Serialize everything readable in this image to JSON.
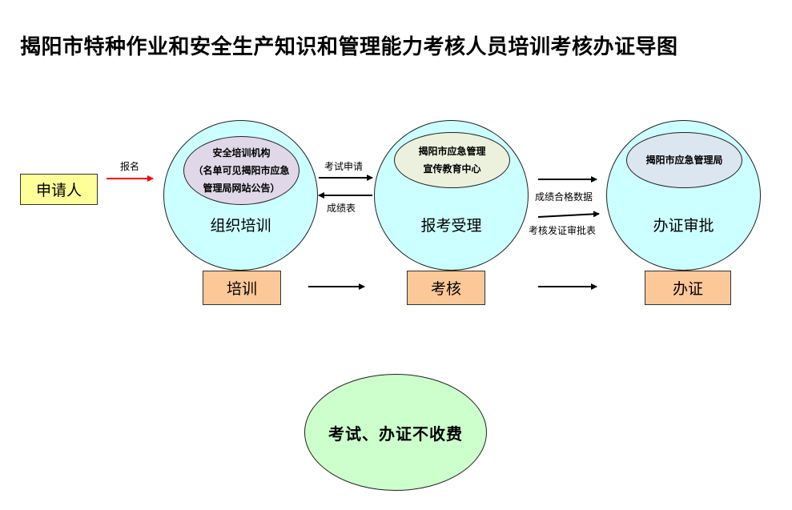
{
  "title": "揭阳市特种作业和安全生产知识和管理能力考核人员培训考核办证导图",
  "applicant": "申请人",
  "flow_labels": {
    "register": "报名",
    "exam_apply": "考试申请",
    "score_sheet": "成绩表",
    "pass_data": "成绩合格数据",
    "cert_approval_sheet": "考核发证审批表"
  },
  "stages": [
    {
      "inner_lines": [
        "安全培训机构",
        "（名单可见揭阳市应急",
        "管理局网站公告）"
      ],
      "label": "组织培训",
      "box": "培训"
    },
    {
      "inner_lines": [
        "揭阳市应急管理",
        "宣传教育中心"
      ],
      "label": "报考受理",
      "box": "考核"
    },
    {
      "inner_lines": [
        "揭阳市应急管理局"
      ],
      "label": "办证审批",
      "box": "办证"
    }
  ],
  "fee_note": "考试、办证不收费",
  "colors": {
    "applicant_fill": "#ffff99",
    "stage_circle_fill": "#ccffff",
    "stage_box_fill": "#fcc898",
    "fee_fill": "#ccffcc",
    "register_arrow": "#ff0000"
  }
}
